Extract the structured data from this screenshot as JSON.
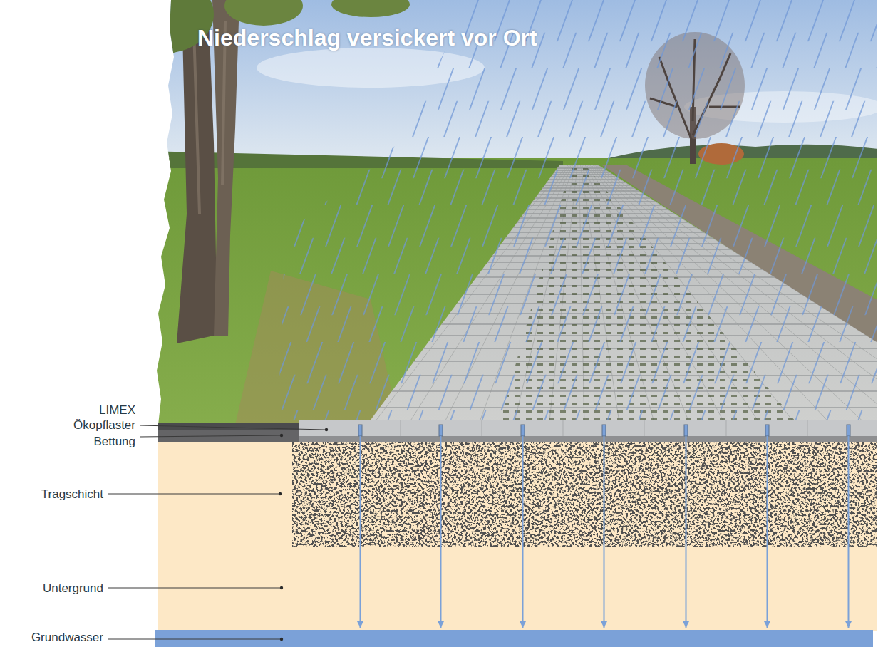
{
  "diagram": {
    "title": "Niederschlag versickert vor Ort",
    "labels": [
      "LIMEX Ökopflaster",
      "Bettung",
      "Tragschicht",
      "Untergrund",
      "Grundwasser"
    ]
  }
}
